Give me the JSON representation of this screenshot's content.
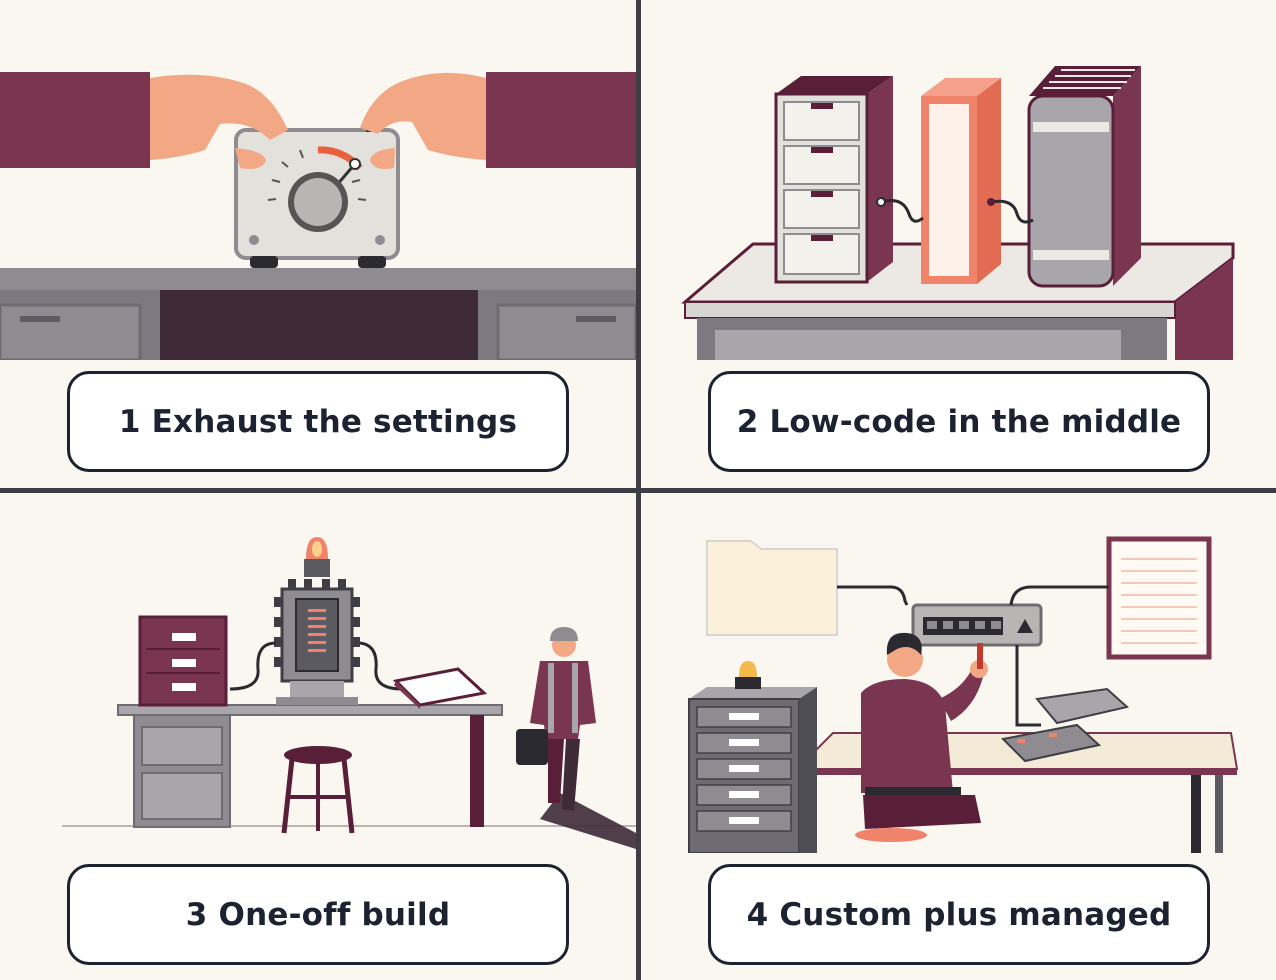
{
  "panels": [
    {
      "caption": "1 Exhaust the settings",
      "illustration": "hands-adjusting-control-dial"
    },
    {
      "caption": "2 Low-code in the middle",
      "illustration": "connected-cabinets-and-binder"
    },
    {
      "caption": "3 One-off build",
      "illustration": "custom-machine-worker-leaving"
    },
    {
      "caption": "4 Custom plus managed",
      "illustration": "technician-at-network-switch"
    }
  ],
  "colors": {
    "plum": "#7a3550",
    "dark_plum": "#5a1f38",
    "salmon": "#f0846a",
    "gray": "#8e8c91",
    "light_gray": "#d8d6d2",
    "background": "#faf6f0",
    "caption_border": "#1c2230"
  }
}
